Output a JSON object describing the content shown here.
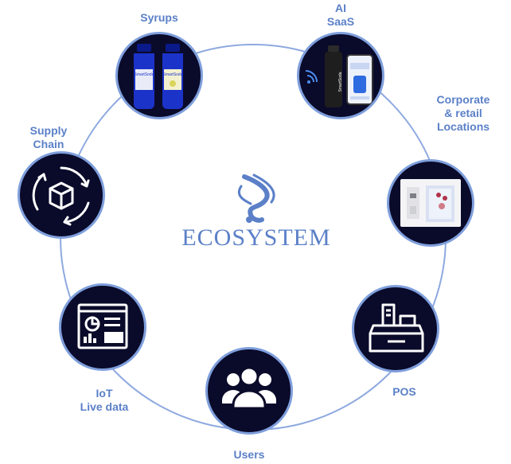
{
  "center": {
    "title": "ECOSYSTEM",
    "logo_icon": "smartsoda-s-logo-icon"
  },
  "colors": {
    "accent": "#5b80c8",
    "ring": "#7f9fdc",
    "node_bg": "#0a0a2a"
  },
  "nodes": {
    "syrups": {
      "label": [
        "Syrups"
      ],
      "icon": "syrup-bottles-icon",
      "bottle_brand": "SmartSoda"
    },
    "ai_saas": {
      "label": [
        "AI",
        "SaaS"
      ],
      "icon": "bottle-and-phone-icon",
      "bottle_brand": "SmartSoda"
    },
    "corporate": {
      "label": [
        "Corporate",
        "& retail",
        "Locations"
      ],
      "icon": "dispenser-machine-icon"
    },
    "pos": {
      "label": [
        "POS"
      ],
      "icon": "cash-register-icon"
    },
    "users": {
      "label": [
        "Users"
      ],
      "icon": "users-group-icon"
    },
    "iot": {
      "label": [
        "IoT",
        "Live data"
      ],
      "icon": "dashboard-icon"
    },
    "supply": {
      "label": [
        "Supply",
        "Chain"
      ],
      "icon": "box-cycle-icon"
    }
  }
}
